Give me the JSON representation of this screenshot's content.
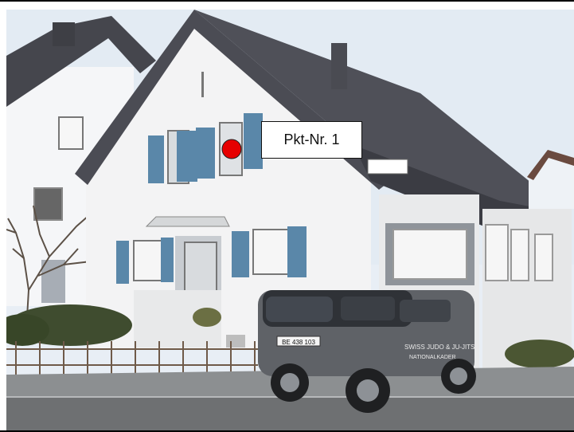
{
  "annotation": {
    "label": "Pkt-Nr. 1",
    "marker_color": "#e60000"
  },
  "vehicle": {
    "side_text_line1": "SWISS JUDO & JU-JITSU",
    "side_text_line2": "NATIONALKADER",
    "plate": "BE 438 103"
  },
  "colors": {
    "sky": "#e6eef5",
    "wall": "#f1f2f2",
    "roof": "#4c4d55",
    "shutter": "#5d89aa",
    "van": "#5f6267"
  },
  "icons": {
    "marker": "red-dot-marker-icon"
  }
}
